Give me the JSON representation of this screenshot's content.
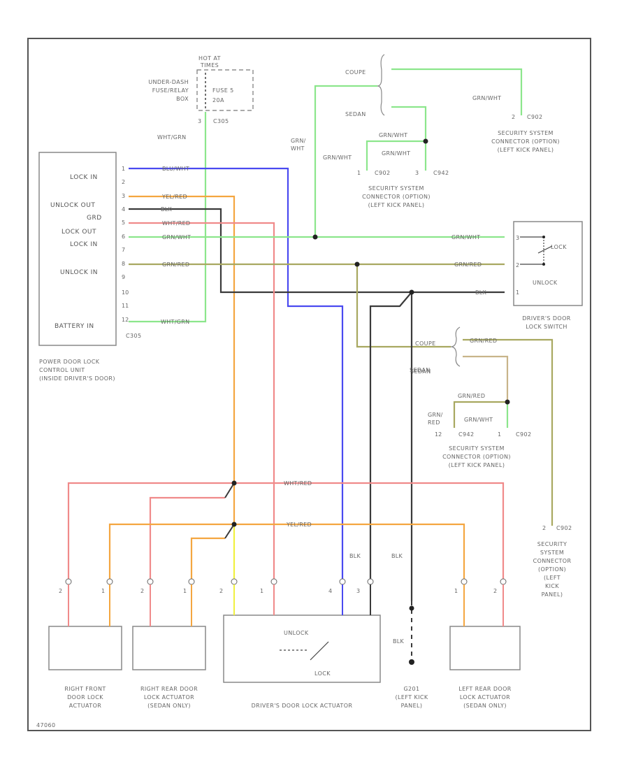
{
  "fuse_box": {
    "label_lines": [
      "UNDER-DASH",
      "FUSE/RELAY",
      "BOX"
    ],
    "hot_lines": [
      "HOT AT",
      "TIMES"
    ],
    "fuse_lines": [
      "FUSE 5",
      "20A"
    ],
    "pin": "3",
    "connector": "C305"
  },
  "control_unit": {
    "terminals": [
      "LOCK IN",
      "UNLOCK OUT",
      "GRD",
      "LOCK OUT",
      "LOCK IN",
      "UNLOCK IN",
      "BATTERY IN"
    ],
    "pins": [
      "1",
      "2",
      "3",
      "4",
      "5",
      "6",
      "7",
      "8",
      "9",
      "10",
      "11",
      "12"
    ],
    "connector": "C305",
    "caption_lines": [
      "POWER DOOR LOCK",
      "CONTROL UNIT",
      "(INSIDE DRIVER'S DOOR)"
    ]
  },
  "wires": {
    "blu_wht": "BLU/WHT",
    "yel_red": "YEL/RED",
    "blk": "BLK",
    "wht_red": "WHT/RED",
    "grn_wht": "GRN/WHT",
    "grn_red": "GRN/RED",
    "wht_grn": "WHT/GRN",
    "grn_wht_stack": [
      "GRN/",
      "WHT"
    ],
    "grn_red_stack": [
      "GRN/",
      "RED"
    ]
  },
  "splices": {
    "coupe": "COUPE",
    "sedan": "SEDAN"
  },
  "security_connectors": {
    "top_right": {
      "pin": "2",
      "id": "C902",
      "lines": [
        "SECURITY SYSTEM",
        "CONNECTOR (OPTION)",
        "(LEFT KICK PANEL)"
      ]
    },
    "top_center": {
      "pins": [
        "1",
        "3"
      ],
      "ids": [
        "C902",
        "C942"
      ],
      "lines": [
        "SECURITY SYSTEM",
        "CONNECTOR (OPTION)",
        "(LEFT KICK PANEL)"
      ]
    },
    "mid_right": {
      "pin_left": "12",
      "ids": [
        "C942",
        "C902"
      ],
      "pin_right": "1",
      "lines": [
        "SECURITY SYSTEM",
        "CONNECTOR (OPTION)",
        "(LEFT KICK PANEL)"
      ]
    },
    "far_right": {
      "pin": "2",
      "id": "C902",
      "lines": [
        "SECURITY",
        "SYSTEM",
        "CONNECTOR",
        "(OPTION)",
        "(LEFT",
        "KICK",
        "PANEL)"
      ]
    }
  },
  "lock_switch": {
    "pins": [
      "3",
      "2",
      "1"
    ],
    "lock": "LOCK",
    "unlock": "UNLOCK",
    "caption_lines": [
      "DRIVER'S DOOR",
      "LOCK SWITCH"
    ]
  },
  "actuators": {
    "right_front": {
      "pins": [
        "2",
        "1"
      ],
      "caption_lines": [
        "RIGHT FRONT",
        "DOOR LOCK",
        "ACTUATOR"
      ]
    },
    "right_rear": {
      "pins": [
        "2",
        "1"
      ],
      "caption_lines": [
        "RIGHT REAR DOOR",
        "LOCK ACTUATOR",
        "(SEDAN ONLY)"
      ]
    },
    "drivers": {
      "pins": [
        "2",
        "1",
        "4",
        "3"
      ],
      "unlock": "UNLOCK",
      "lock": "LOCK",
      "caption": "DRIVER'S DOOR LOCK ACTUATOR"
    },
    "left_rear": {
      "pins": [
        "1",
        "2"
      ],
      "caption_lines": [
        "LEFT REAR DOOR",
        "LOCK ACTUATOR",
        "(SEDAN ONLY)"
      ]
    }
  },
  "ground": {
    "id": "G201",
    "caption_lines": [
      "(LEFT KICK",
      "PANEL)"
    ]
  },
  "colors": {
    "blue": "#4a4af0",
    "orange": "#f4a640",
    "black": "#3a3a3a",
    "red": "#f08a8a",
    "green": "#8ce68c",
    "olive": "#a8a860",
    "yellow": "#f0f040",
    "olive_dark": "#8a8a3a"
  },
  "figure_id": "47060"
}
